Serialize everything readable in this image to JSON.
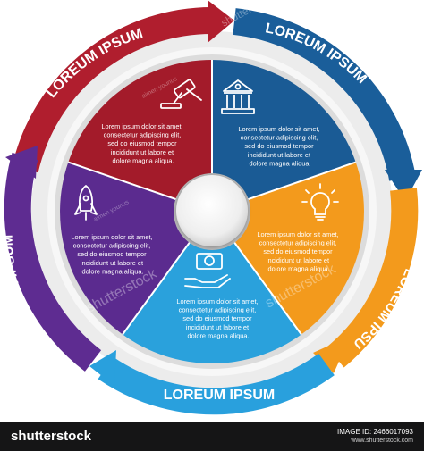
{
  "ring_labels": [
    {
      "id": "top-left",
      "text": "LOREUM IPSUM",
      "color": "#b01e2e"
    },
    {
      "id": "top-right",
      "text": "LOREUM IPSUM",
      "color": "#1a5e9a"
    },
    {
      "id": "right",
      "text": "LOREUM IPSUM",
      "color": "#f39a1c"
    },
    {
      "id": "bottom",
      "text": "LOREUM IPSUM",
      "color": "#29a0dd"
    },
    {
      "id": "left",
      "text": "LOREUM IPSUM",
      "color": "#5e2c91"
    }
  ],
  "segments": [
    {
      "id": "red",
      "icon": "gavel-icon",
      "color": "#a31b2a",
      "body": [
        "Lorem ipsum dolor sit amet,",
        "consectetur adipiscing elit,",
        "sed do eiusmod tempor",
        "incididunt ut labore et",
        "dolore magna aliqua."
      ]
    },
    {
      "id": "blue",
      "icon": "bank-icon",
      "color": "#1a5b95",
      "body": [
        "Lorem ipsum dolor sit amet,",
        "consectetur adipiscing elit,",
        "sed do eiusmod tempor",
        "incididunt ut labore et",
        "dolore magna aliqua."
      ]
    },
    {
      "id": "orange",
      "icon": "lightbulb-icon",
      "color": "#f39a1c",
      "body": [
        "Lorem ipsum dolor sit amet,",
        "consectetur adipiscing elit,",
        "sed do eiusmod tempor",
        "incididunt ut labore et",
        "dolore magna aliqua."
      ]
    },
    {
      "id": "lightblue",
      "icon": "money-hand-icon",
      "color": "#2aa1dc",
      "body": [
        "Lorem ipsum dolor sit amet,",
        "consectetur adipiscing elit,",
        "sed do eiusmod tempor",
        "incididunt ut labore et",
        "dolore magna aliqua."
      ]
    },
    {
      "id": "purple",
      "icon": "rocket-icon",
      "color": "#5b2b8f",
      "body": [
        "Lorem ipsum dolor sit amet,",
        "consectetur adipiscing elit,",
        "sed do eiusmod tempor",
        "incididunt ut labore et",
        "dolore magna aliqua."
      ]
    }
  ],
  "watermarks": {
    "author": "aimen younus",
    "site": "shutterstock"
  },
  "footer": {
    "brand": "shutterstock",
    "image_id": "IMAGE ID: 2466017093",
    "site": "www.shutterstock.com"
  }
}
